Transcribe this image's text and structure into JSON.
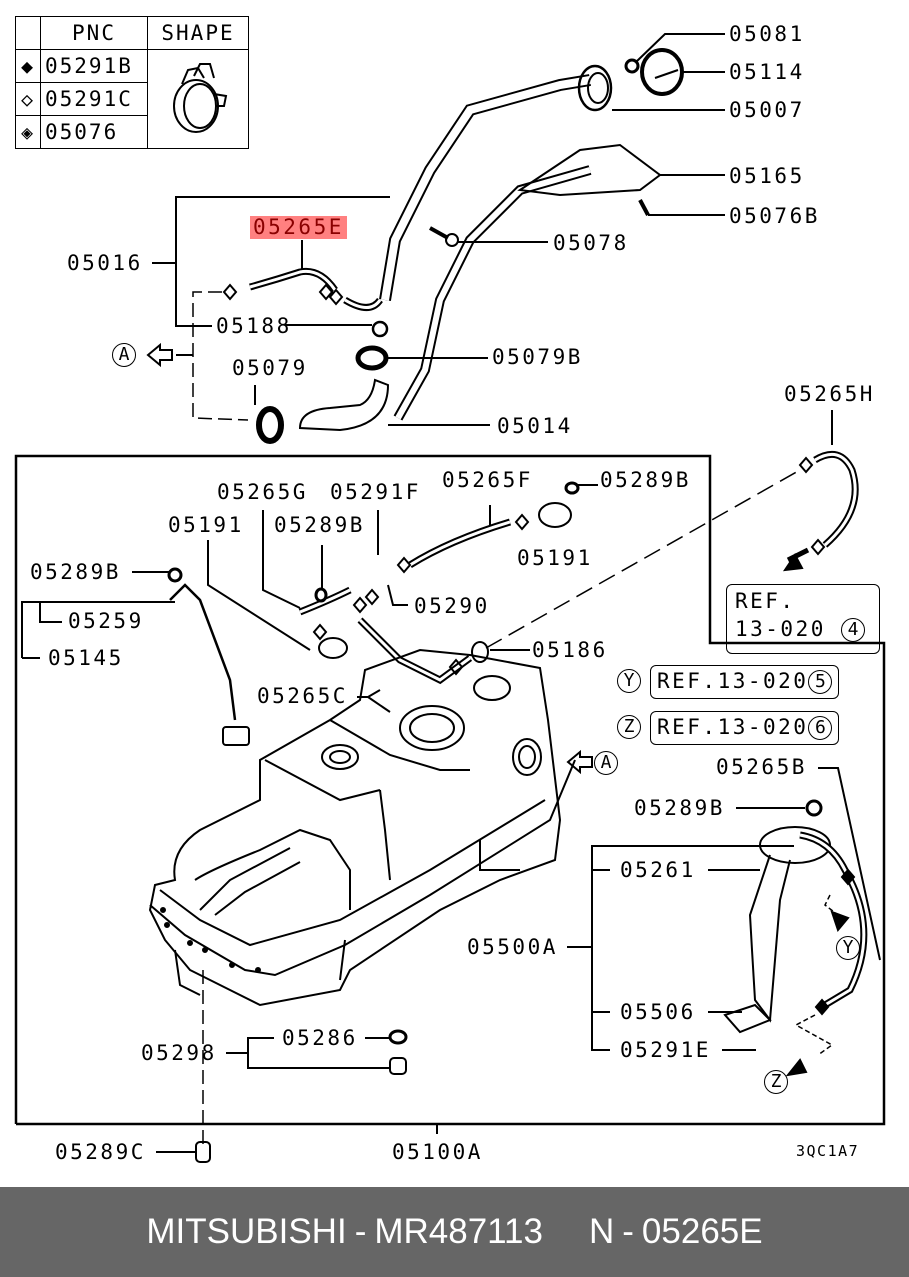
{
  "legend": {
    "headers": {
      "symbol": "",
      "pnc": "PNC",
      "shape": "SHAPE"
    },
    "rows": [
      {
        "symbol": "◆",
        "symbol_name": "filled-diamond",
        "pnc": "05291B"
      },
      {
        "symbol": "◇",
        "symbol_name": "hollow-diamond",
        "pnc": "05291C"
      },
      {
        "symbol": "◈",
        "symbol_name": "patterned-diamond",
        "pnc": "05076"
      }
    ],
    "shape_icon": "hose-clamp-icon"
  },
  "highlight": {
    "label": "05265E",
    "color": "#ff8080",
    "text_color": "#8a0000"
  },
  "labels": {
    "p05081": "05081",
    "p05114": "05114",
    "p05007": "05007",
    "p05165": "05165",
    "p05076B": "05076B",
    "p05078": "05078",
    "p05016": "05016",
    "p05188": "05188",
    "p05079B": "05079B",
    "p05079": "05079",
    "p05014": "05014",
    "p05265H": "05265H",
    "p05265G": "05265G",
    "p05291F": "05291F",
    "p05265F": "05265F",
    "p05289B_top": "05289B",
    "p05191_left": "05191",
    "p05289B_mid": "05289B",
    "p05191_right": "05191",
    "p05289B_left": "05289B",
    "p05259": "05259",
    "p05290": "05290",
    "p05145": "05145",
    "p05186": "05186",
    "p05265C": "05265C",
    "p05265B": "05265B",
    "p05289B_pump": "05289B",
    "p05261": "05261",
    "p05500A": "05500A",
    "p05506": "05506",
    "p05291E": "05291E",
    "p05298": "05298",
    "p05286": "05286",
    "p05289C": "05289C",
    "p05100A": "05100A",
    "drawing_code": "3QC1A7"
  },
  "markers": {
    "a_top": "A",
    "a_tank": "A",
    "y_ref": "Y",
    "z_ref": "Z",
    "y_pump": "Y",
    "z_pump": "Z"
  },
  "refs": {
    "ref4": {
      "line1": "REF.",
      "line2": "13-020",
      "num": "4"
    },
    "ref5": {
      "text": "REF.13-020",
      "num": "5"
    },
    "ref6": {
      "text": "REF.13-020",
      "num": "6"
    }
  },
  "footer": {
    "brand": "MITSUBISHI",
    "sep1": "-",
    "part_number": "MR487113",
    "pnc_prefix": "N",
    "sep2": "-",
    "pnc": "05265E",
    "background": "#666666"
  }
}
